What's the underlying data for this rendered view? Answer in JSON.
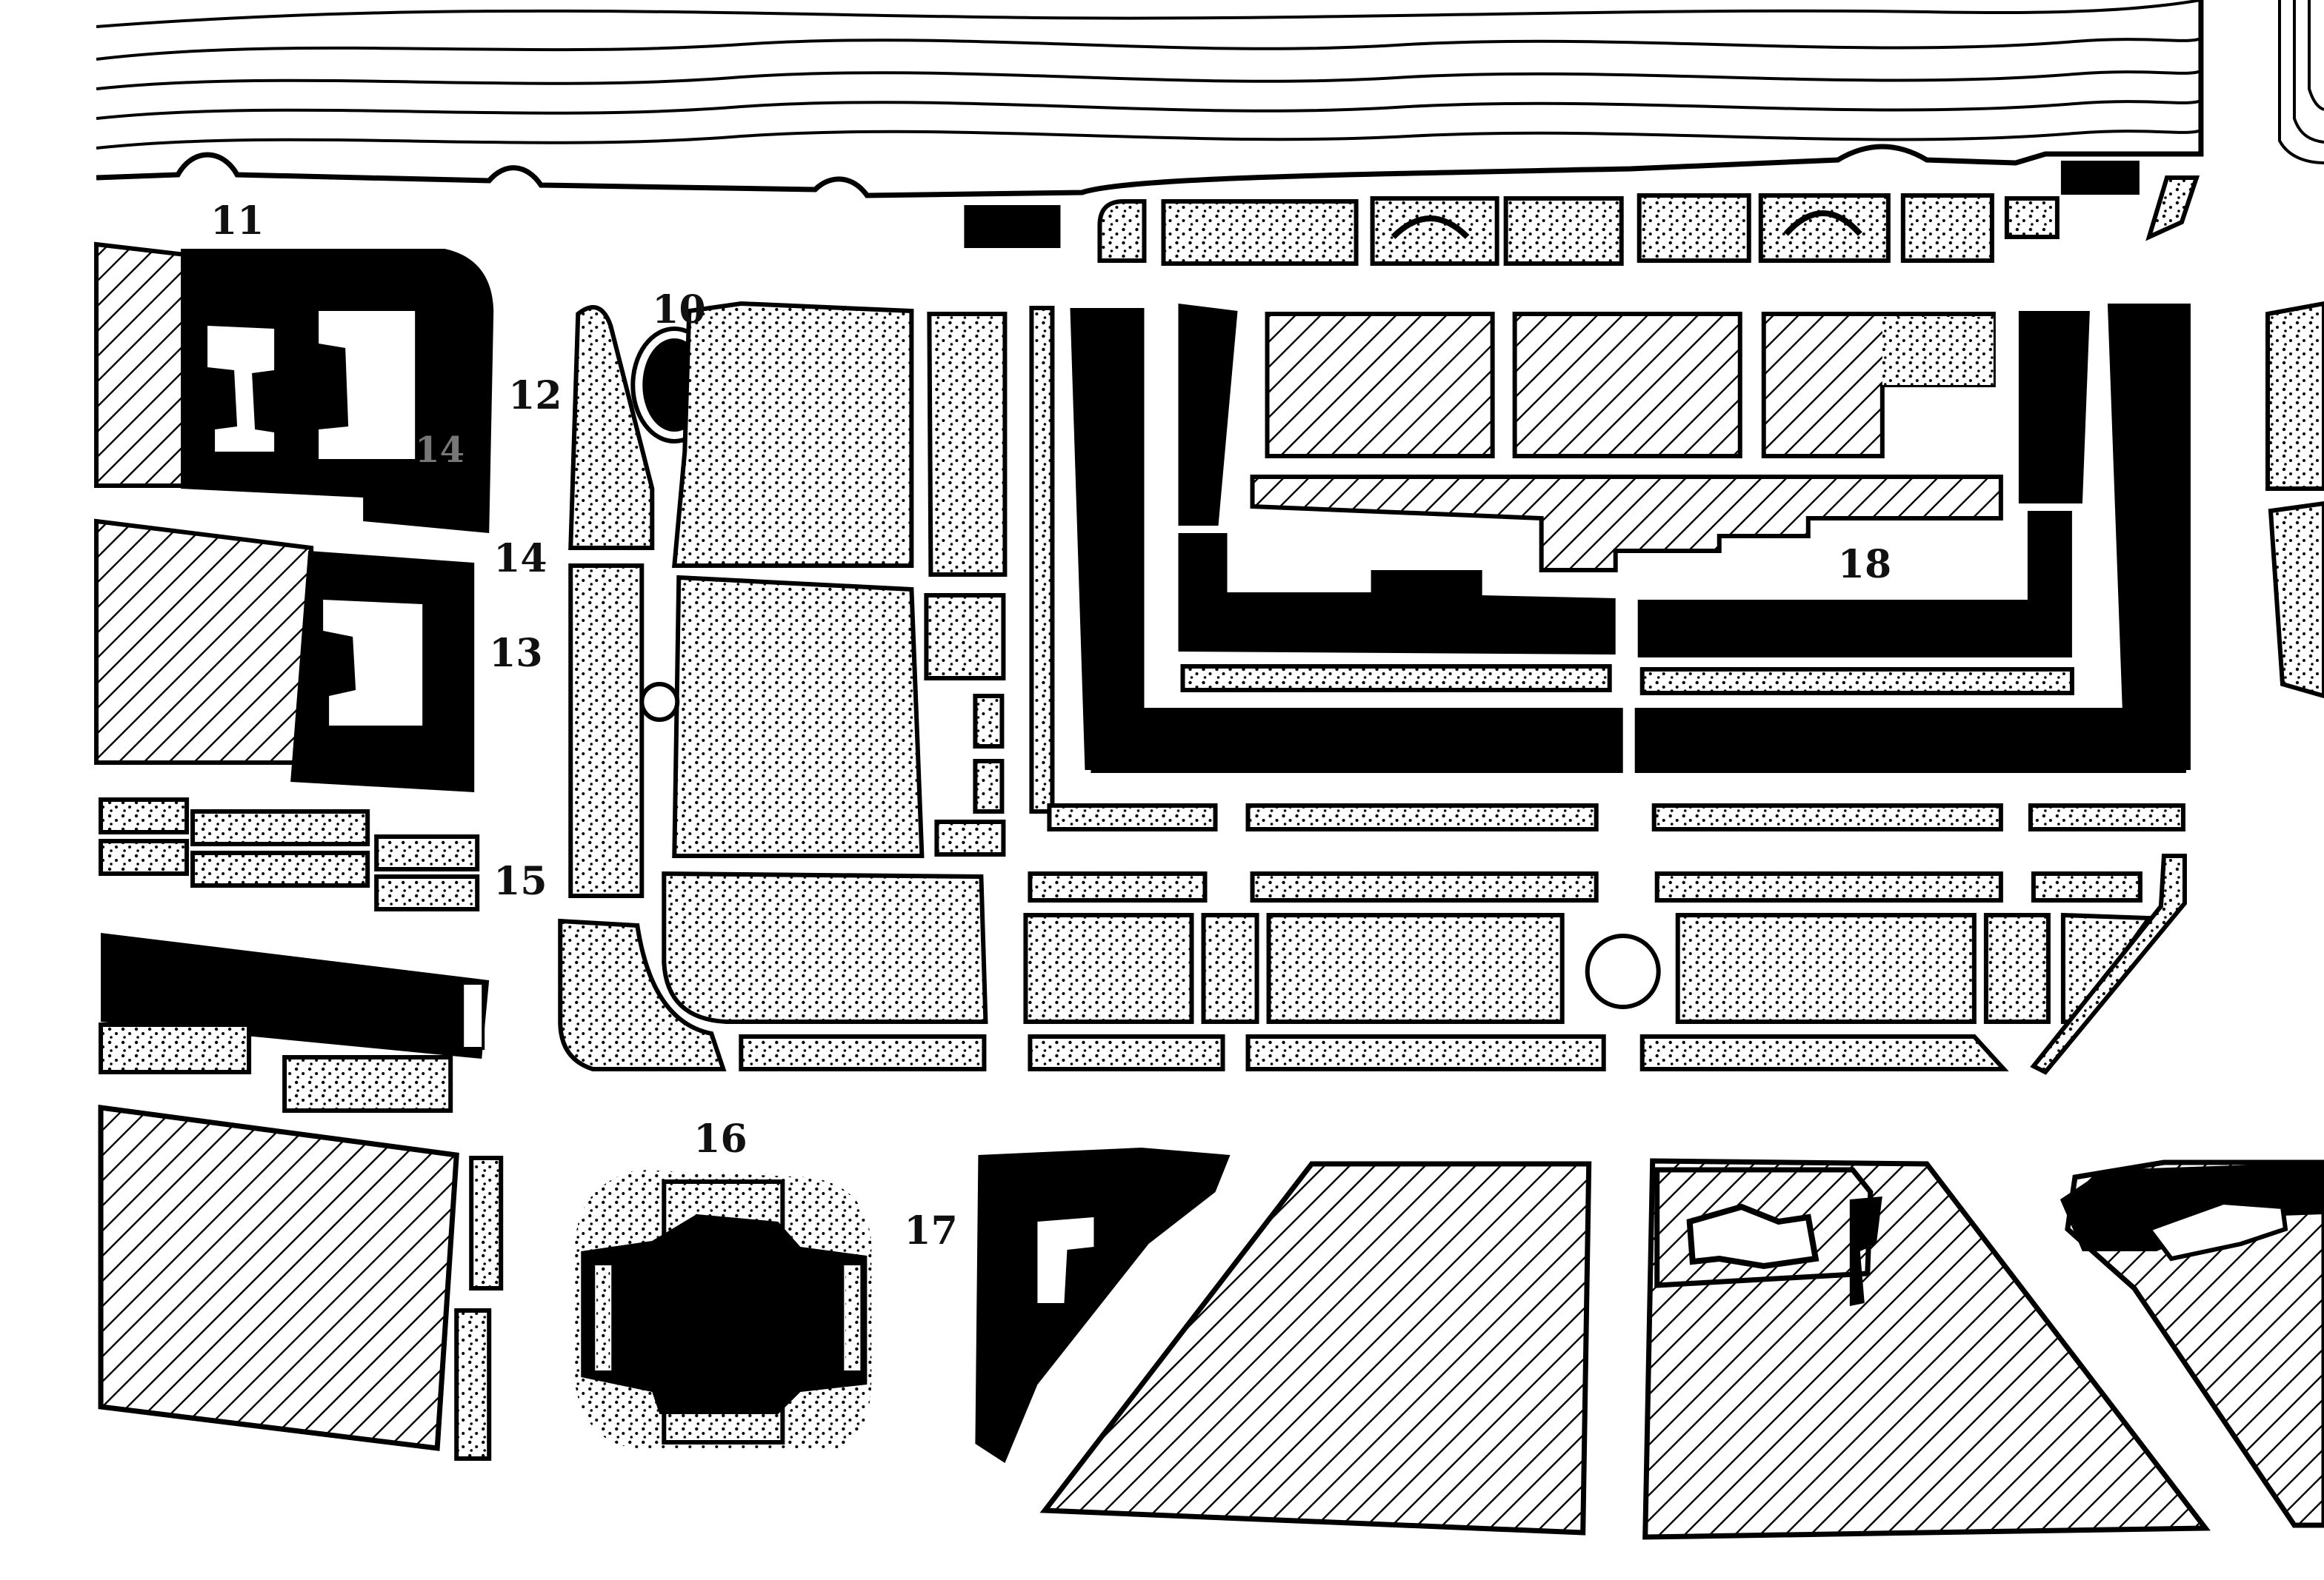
{
  "map": {
    "colors": {
      "ink": "#000000",
      "paper": "#ffffff",
      "label": "#111111",
      "faint_label": "#777777"
    },
    "legend_patterns": [
      "hatch",
      "stipple",
      "solid"
    ],
    "labels": {
      "l10": "10",
      "l11": "11",
      "l12": "12",
      "l13": "13",
      "l14a": "14",
      "l14b": "14",
      "l15": "15",
      "l16": "16",
      "l17": "17",
      "l18": "18"
    }
  }
}
